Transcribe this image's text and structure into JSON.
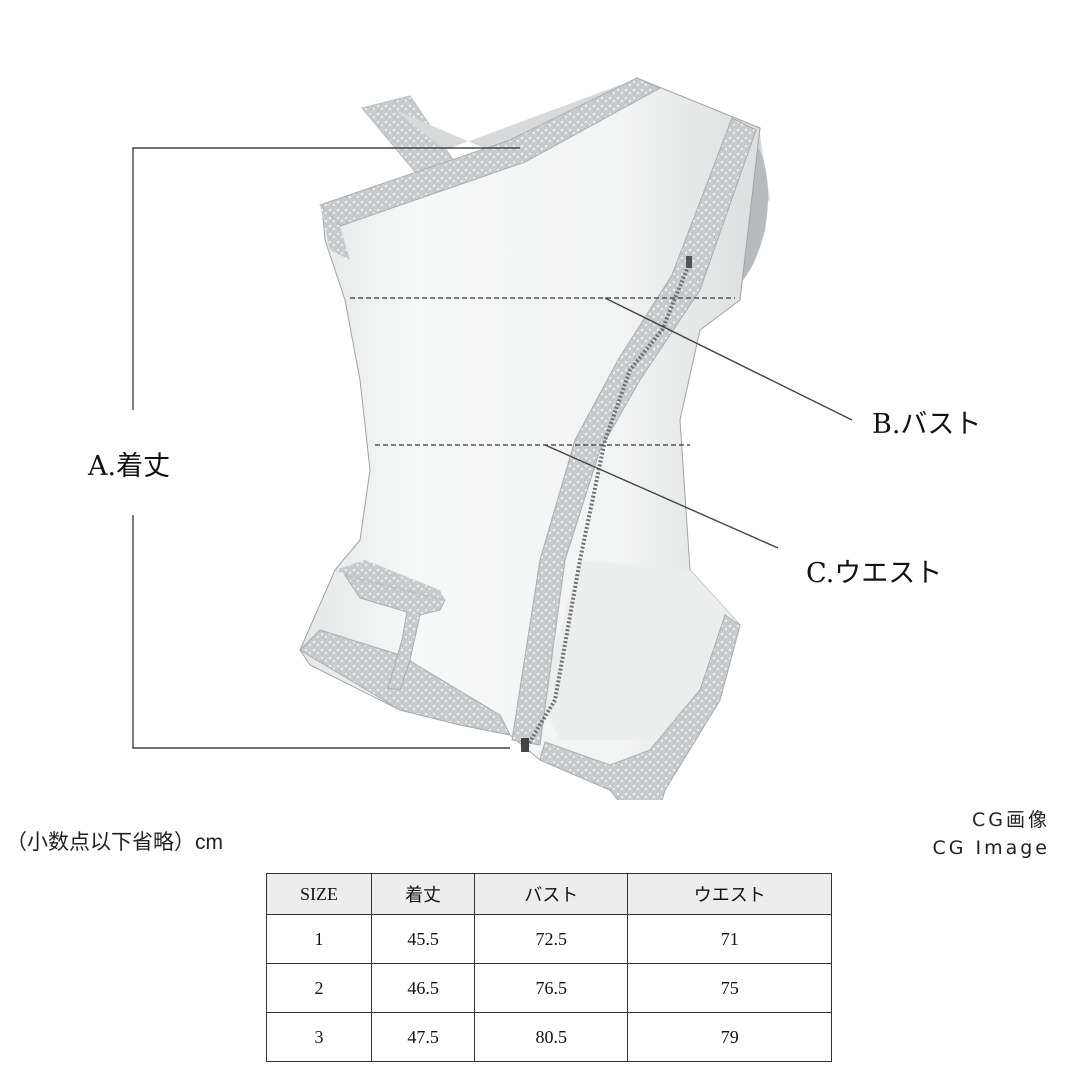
{
  "labels": {
    "length": "A.着丈",
    "bust": "B.バスト",
    "waist": "C.ウエスト"
  },
  "note": "（小数点以下省略）cm",
  "cg_note": {
    "line1": "CG画像",
    "line2": "CG Image"
  },
  "table": {
    "headers": [
      "SIZE",
      "着丈",
      "バスト",
      "ウエスト"
    ],
    "rows": [
      [
        "1",
        "45.5",
        "72.5",
        "71"
      ],
      [
        "2",
        "46.5",
        "76.5",
        "75"
      ],
      [
        "3",
        "47.5",
        "80.5",
        "79"
      ]
    ]
  },
  "colors": {
    "garment_body": "#f4f5f5",
    "garment_shade": "#d9dbdc",
    "piping_pattern": "#c9cccd",
    "guide_line": "#555555"
  }
}
